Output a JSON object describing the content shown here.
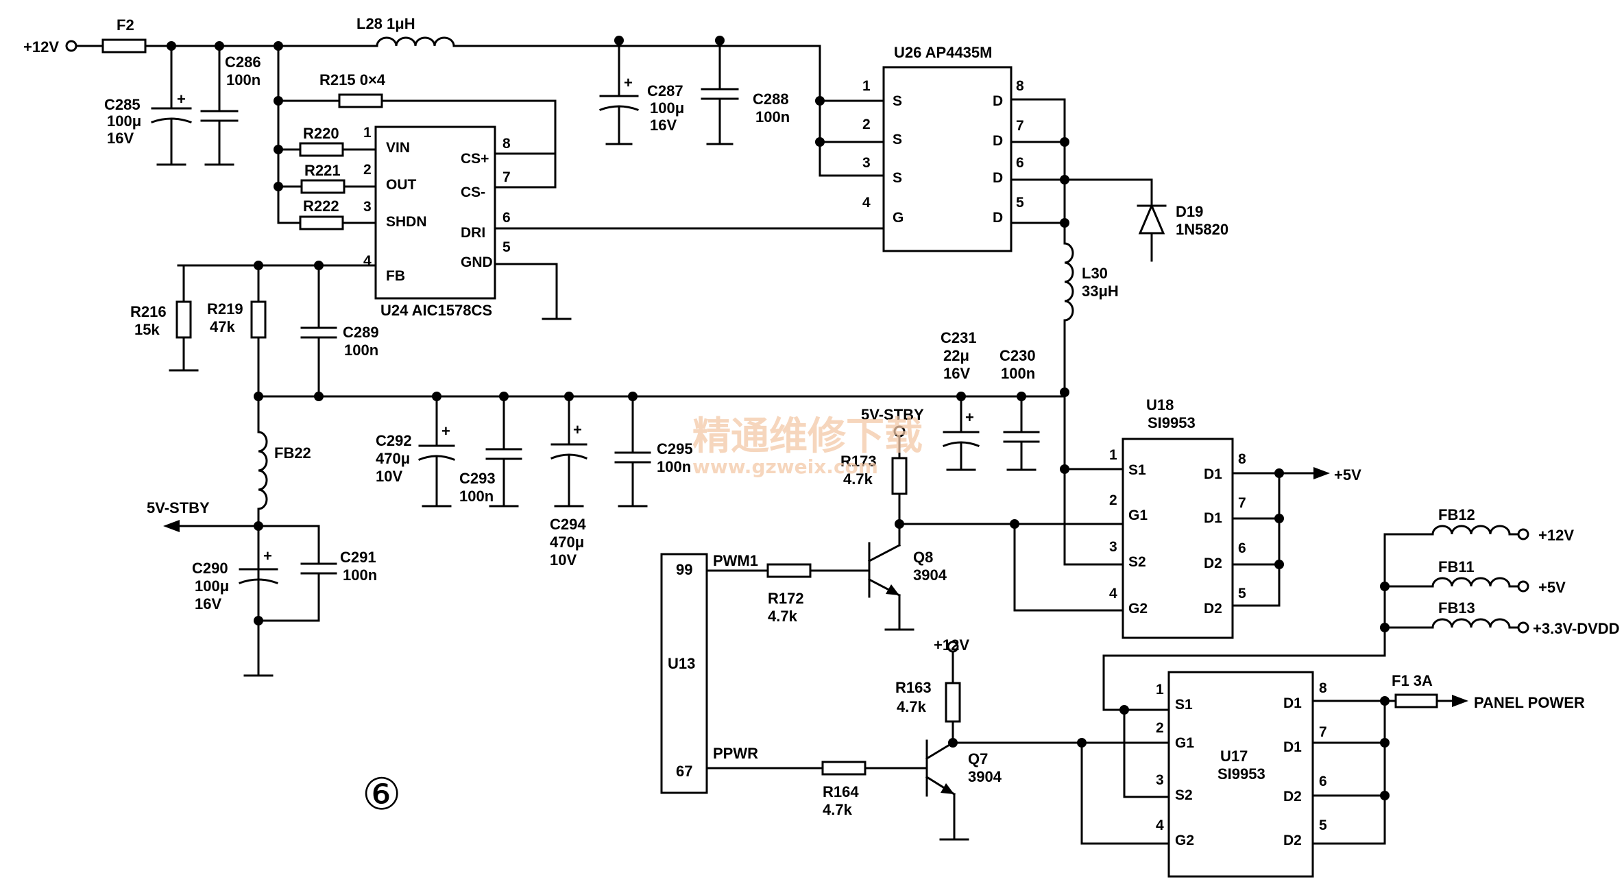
{
  "rails": {
    "p12v_in": "+12V",
    "stby_out": "5V-STBY",
    "stby_q8": "5V-STBY",
    "p12v_q7": "+12V",
    "p5v_out": "+5V",
    "out_12v": "+12V",
    "out_5v": "+5V",
    "out_33v": "+3.3V-DVDD",
    "panel_power": "PANEL POWER"
  },
  "components": {
    "F2": "F2",
    "L28": "L28  1μH",
    "C285": [
      "C285",
      "100μ",
      "16V"
    ],
    "C286": [
      "C286",
      "100n"
    ],
    "R215": "R215  0×4",
    "R220": "R220",
    "R221": "R221",
    "R222": "R222",
    "C287": [
      "C287",
      "100μ",
      "16V"
    ],
    "C288": [
      "C288",
      "100n"
    ],
    "U26": "U26  AP4435M",
    "D19": [
      "D19",
      "1N5820"
    ],
    "L30": [
      "L30",
      "33μH"
    ],
    "U24": "U24  AIC1578CS",
    "R216": [
      "R216",
      "15k"
    ],
    "R219": [
      "R219",
      "47k"
    ],
    "C289": [
      "C289",
      "100n"
    ],
    "C231": [
      "C231",
      "22μ",
      "16V"
    ],
    "C230": [
      "C230",
      "100n"
    ],
    "C292": [
      "C292",
      "470μ",
      "10V"
    ],
    "C293": [
      "C293",
      "100n"
    ],
    "C294": [
      "C294",
      "470μ",
      "10V"
    ],
    "C295": [
      "C295",
      "100n"
    ],
    "FB22": "FB22",
    "C290": [
      "C290",
      "100μ",
      "16V"
    ],
    "C291": [
      "C291",
      "100n"
    ],
    "R173": [
      "R173",
      "4.7k"
    ],
    "U18": [
      "U18",
      "SI9953"
    ],
    "Q8": [
      "Q8",
      "3904"
    ],
    "R172": [
      "R172",
      "4.7k"
    ],
    "U13": "U13",
    "PWM1": "PWM1",
    "PPWR": "PPWR",
    "R163": [
      "R163",
      "4.7k"
    ],
    "Q7": [
      "Q7",
      "3904"
    ],
    "R164": [
      "R164",
      "4.7k"
    ],
    "U17": [
      "U17",
      "SI9953"
    ],
    "FB12": "FB12",
    "FB11": "FB11",
    "FB13": "FB13",
    "F1": "F1  3A"
  },
  "pins": {
    "U24_left": [
      {
        "n": "1",
        "name": "VIN"
      },
      {
        "n": "2",
        "name": "OUT"
      },
      {
        "n": "3",
        "name": "SHDN"
      },
      {
        "n": "4",
        "name": "FB"
      }
    ],
    "U24_right": [
      {
        "n": "8",
        "name": "CS+"
      },
      {
        "n": "7",
        "name": "CS-"
      },
      {
        "n": "6",
        "name": "DRI"
      },
      {
        "n": "5",
        "name": "GND"
      }
    ],
    "U26_left": [
      {
        "n": "1",
        "name": "S"
      },
      {
        "n": "2",
        "name": "S"
      },
      {
        "n": "3",
        "name": "S"
      },
      {
        "n": "4",
        "name": "G"
      }
    ],
    "U26_right": [
      {
        "n": "8",
        "name": "D"
      },
      {
        "n": "7",
        "name": "D"
      },
      {
        "n": "6",
        "name": "D"
      },
      {
        "n": "5",
        "name": "D"
      }
    ],
    "U18_left": [
      {
        "n": "1",
        "name": "S1"
      },
      {
        "n": "2",
        "name": "G1"
      },
      {
        "n": "3",
        "name": "S2"
      },
      {
        "n": "4",
        "name": "G2"
      }
    ],
    "U18_right": [
      {
        "n": "8",
        "name": "D1"
      },
      {
        "n": "7",
        "name": "D1"
      },
      {
        "n": "6",
        "name": "D2"
      },
      {
        "n": "5",
        "name": "D2"
      }
    ],
    "U17_left": [
      {
        "n": "1",
        "name": "S1"
      },
      {
        "n": "2",
        "name": "G1"
      },
      {
        "n": "3",
        "name": "S2"
      },
      {
        "n": "4",
        "name": "G2"
      }
    ],
    "U17_right": [
      {
        "n": "8",
        "name": "D1"
      },
      {
        "n": "7",
        "name": "D1"
      },
      {
        "n": "6",
        "name": "D2"
      },
      {
        "n": "5",
        "name": "D2"
      }
    ],
    "U13": [
      {
        "n": "99"
      },
      {
        "n": "67"
      }
    ]
  },
  "figure_number": "⑥",
  "watermark": {
    "line1": "精通维修下载",
    "line2": "www.gzweix.com",
    "color": "#f3c9a8"
  }
}
